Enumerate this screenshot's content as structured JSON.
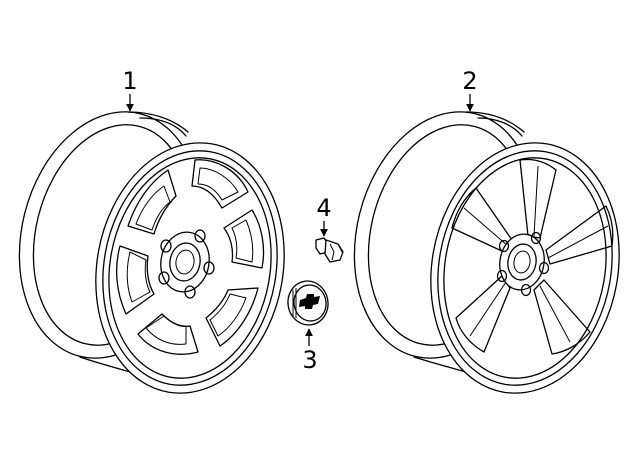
{
  "callouts": [
    {
      "id": "1",
      "label": "1"
    },
    {
      "id": "2",
      "label": "2"
    },
    {
      "id": "3",
      "label": "3"
    },
    {
      "id": "4",
      "label": "4"
    }
  ],
  "icons": {
    "wheel_1": "wheel-1-icon",
    "wheel_2": "wheel-2-icon",
    "center_cap": "center-cap-icon",
    "lug_nut": "lug-nut-icon"
  }
}
